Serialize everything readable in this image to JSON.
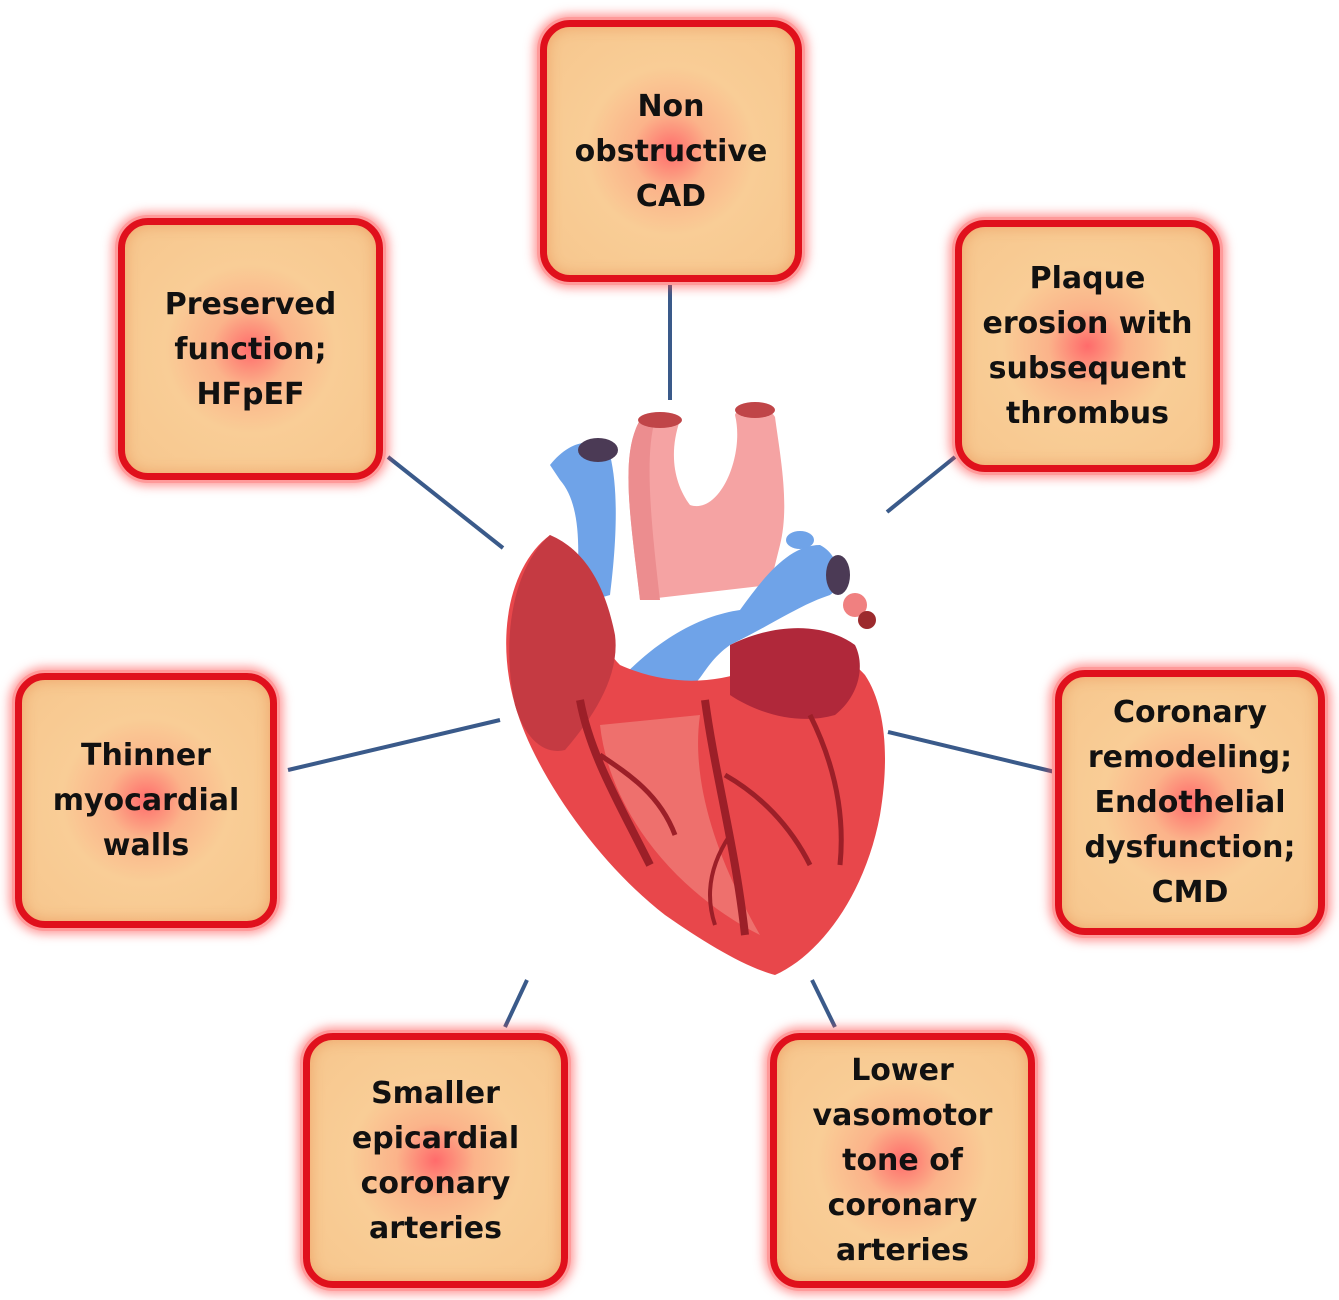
{
  "cards": [
    {
      "id": "non-obstructive-cad",
      "text": "Non\nobstructive\nCAD"
    },
    {
      "id": "plaque-erosion",
      "text": "Plaque\nerosion with\nsubsequent\nthrombus"
    },
    {
      "id": "coronary-remodeling",
      "text": "Coronary\nremodeling;\nEndothelial\ndysfunction;\nCMD"
    },
    {
      "id": "lower-vasomotor-tone",
      "text": "Lower\nvasomotor\ntone of\ncoronary\narteries"
    },
    {
      "id": "smaller-epicardial",
      "text": "Smaller\nepicardial\ncoronary\narteries"
    },
    {
      "id": "thinner-walls",
      "text": "Thinner\nmyocardial\nwalls"
    },
    {
      "id": "preserved-function",
      "text": "Preserved\nfunction;\nHFpEF"
    }
  ],
  "colors": {
    "card_border": "#e0101c",
    "card_fill": "#f9cd96",
    "connector": "#3a5a8a",
    "heart_red": "#e8474b",
    "vein_blue": "#6fa3e8",
    "artery_pink": "#f5a3a3"
  },
  "heart_icon": "anatomical-heart-icon"
}
